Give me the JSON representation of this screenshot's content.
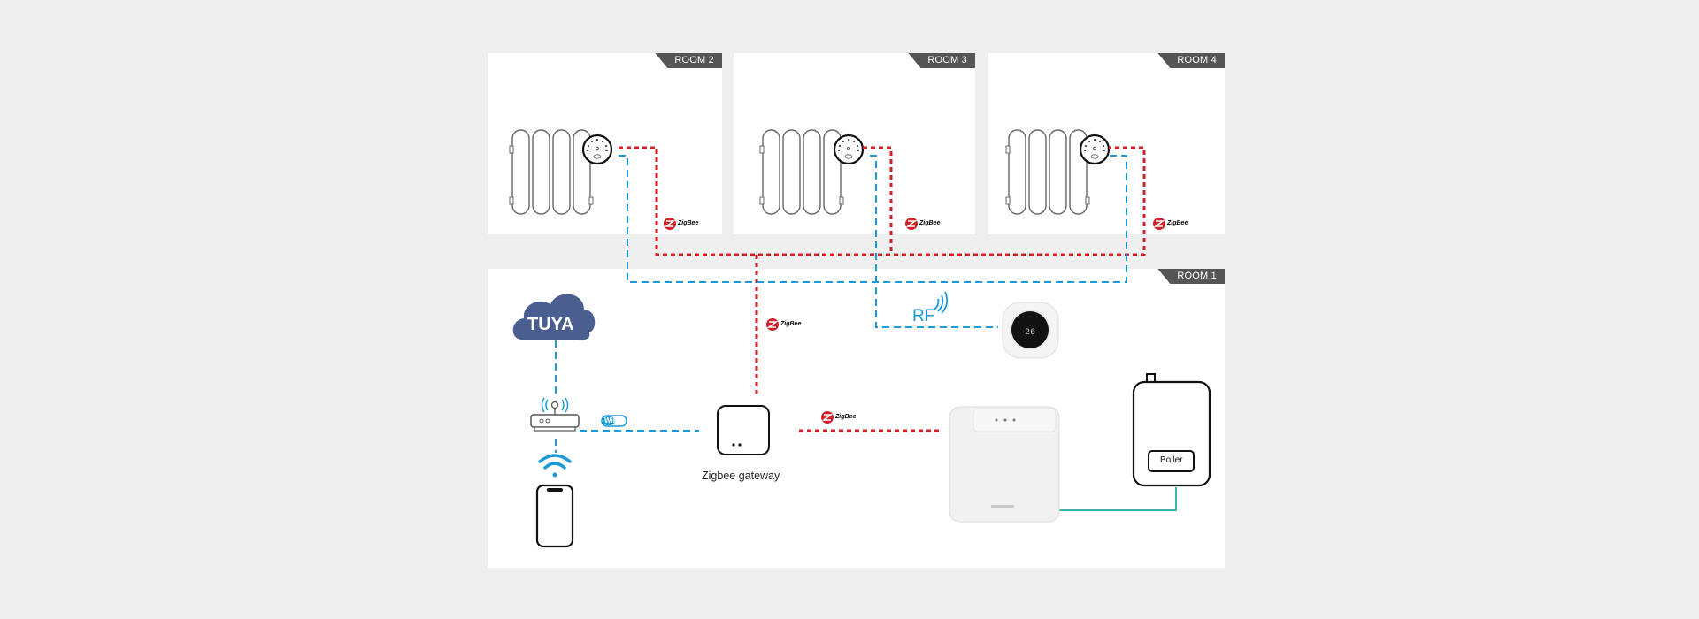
{
  "rooms": [
    {
      "id": "room2",
      "label": "ROOM 2"
    },
    {
      "id": "room3",
      "label": "ROOM 3"
    },
    {
      "id": "room4",
      "label": "ROOM 4"
    },
    {
      "id": "room1",
      "label": "ROOM 1"
    }
  ],
  "cloud": {
    "label": "TUYA"
  },
  "wifi_badge": {
    "label": "WiFi"
  },
  "gateway": {
    "label": "Zigbee gateway"
  },
  "rf": {
    "label": "RF"
  },
  "boiler": {
    "label": "Boiler"
  },
  "zigbee_badge": {
    "label": "ZigBee"
  },
  "colors": {
    "zigbee_link": "#d0202a",
    "rf_wifi_link": "#1a9ad6",
    "boiler_wire": "#3bb3a8",
    "cloud": "#4a5e8f",
    "room_tag": "#555555"
  }
}
